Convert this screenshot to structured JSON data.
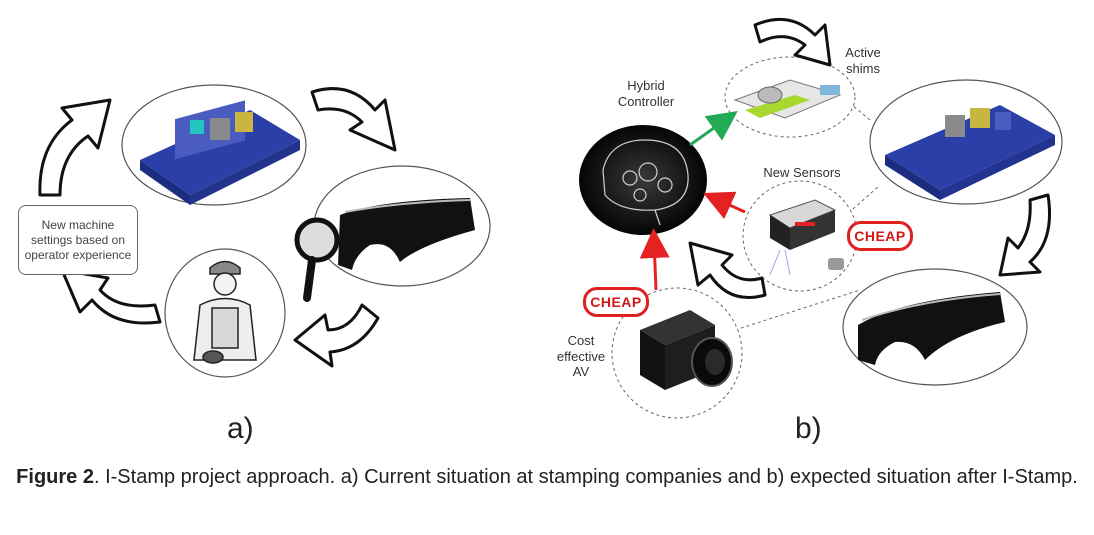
{
  "panel_a": {
    "note": "New machine settings based on operator experience",
    "label": "a)"
  },
  "panel_b": {
    "hybrid_controller": "Hybrid Controller",
    "active_shims": "Active shims",
    "new_sensors": "New Sensors",
    "cost_effective_av": "Cost effective AV",
    "cheap_1": "CHEAP",
    "cheap_2": "CHEAP",
    "label": "b)"
  },
  "caption": {
    "figure_ref": "Figure 2",
    "text": ". I-Stamp project approach. a) Current situation at stamping companies and b) expected situation after I-Stamp."
  },
  "colors": {
    "red_arrow": "#e52222",
    "green_arrow": "#22aa55",
    "press_blue": "#2a3fa8",
    "shim_green": "#a8d830"
  }
}
